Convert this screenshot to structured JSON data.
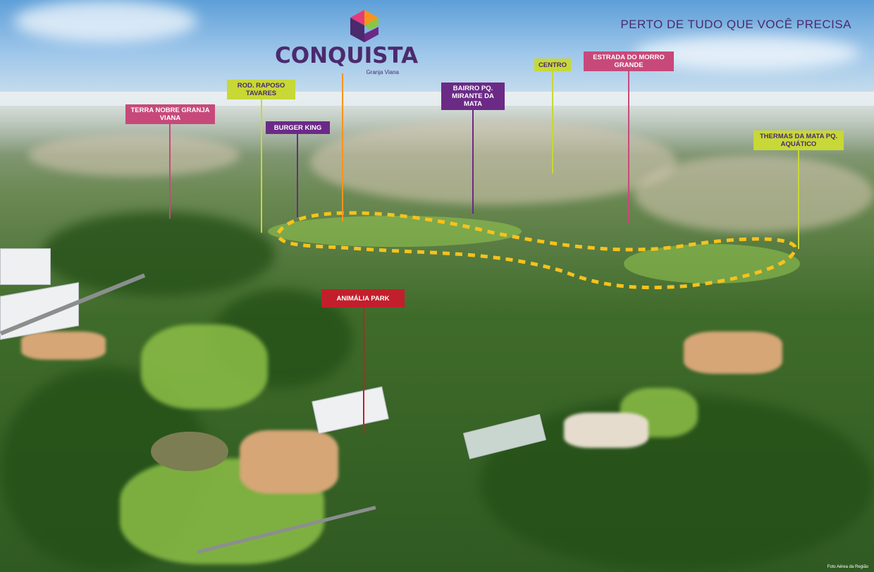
{
  "brand": {
    "name": "CONQUISTA",
    "subtitle": "Granja Viana",
    "colors": {
      "purple": "#4b2a6d",
      "green": "#8cc63f",
      "orange": "#f7941d",
      "pink": "#c7497a"
    }
  },
  "headline": "PERTO DE TUDO QUE VOCÊ PRECISA",
  "landmarks": [
    {
      "id": "terra-nobre",
      "text": "TERRA NOBRE GRANJA VIANA",
      "color": "pink"
    },
    {
      "id": "raposo-tavares",
      "text": "ROD. RAPOSO TAVARES",
      "color": "lime"
    },
    {
      "id": "burger-king",
      "text": "BURGER KING",
      "color": "purple"
    },
    {
      "id": "bairro-mirante",
      "text": "BAIRRO PQ. MIRANTE DA MATA",
      "color": "purple"
    },
    {
      "id": "centro",
      "text": "CENTRO",
      "color": "lime"
    },
    {
      "id": "estrada-morro-grande",
      "text": "ESTRADA DO MORRO GRANDE",
      "color": "pink"
    },
    {
      "id": "thermas",
      "text": "THERMAS DA MATA PQ. AQUÁTICO",
      "color": "lime"
    },
    {
      "id": "animalia",
      "text": "ANIMÁLIA PARK",
      "color": "red"
    }
  ],
  "credit": "Foto Aérea da Região"
}
